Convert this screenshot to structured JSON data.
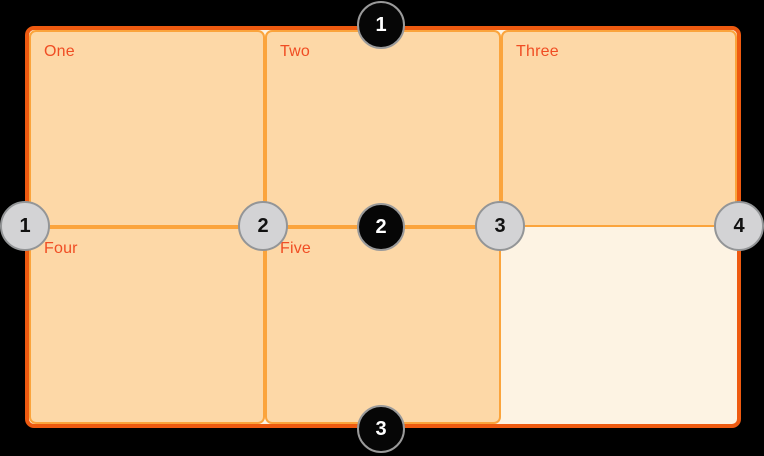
{
  "grid": {
    "items": [
      {
        "label": "One"
      },
      {
        "label": "Two"
      },
      {
        "label": "Three"
      },
      {
        "label": "Four"
      },
      {
        "label": "Five"
      }
    ],
    "row_lines": [
      "1",
      "2",
      "3"
    ],
    "column_lines": [
      "1",
      "2",
      "3",
      "4"
    ],
    "colors": {
      "page_background": "#000000",
      "container_background": "#FDF3E3",
      "container_border": "#EE5A10",
      "cell_background": "#FDD8A7",
      "cell_border": "#FBA43C",
      "label_text": "#F04D23",
      "row_badge_background": "#060606",
      "row_badge_border": "#9A9A9A",
      "row_badge_text": "#FFFFFF",
      "column_badge_background": "#D3D3D5",
      "column_badge_border": "#939597",
      "column_badge_text": "#111111"
    }
  }
}
